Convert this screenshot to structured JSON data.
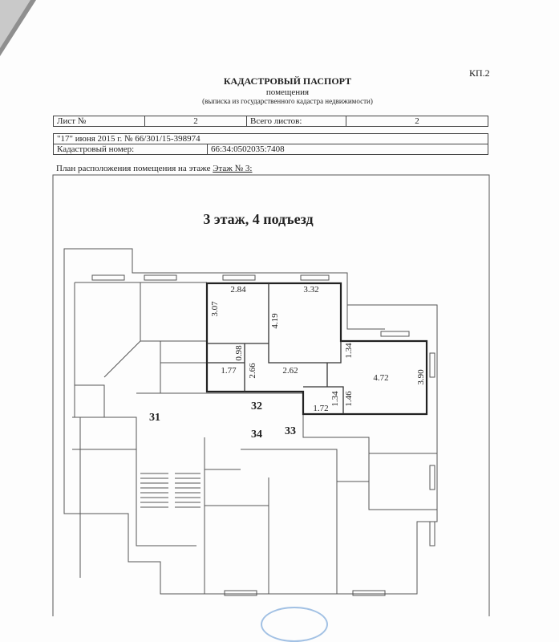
{
  "header": {
    "form_code": "КП.2",
    "title": "КАДАСТРОВЫЙ ПАСПОРТ",
    "subtitle": "помещения",
    "note": "(выписка из государственного кадастра недвижимости)"
  },
  "sheet": {
    "sheet_label": "Лист №",
    "sheet_value": "2",
    "total_label": "Всего листов:",
    "total_value": "2"
  },
  "record": {
    "date_number": "\"17\" июня 2015 г. № 66/301/15-398974",
    "cadastral_label": "Кадастровый номер:",
    "cadastral_value": "66:34:0502035:7408"
  },
  "plan": {
    "caption": "План расположения помещения на этаже",
    "floor_link": "Этаж № 3:",
    "heading": "3 этаж, 4 подъезд",
    "dimensions": [
      "2.84",
      "3.32",
      "3.07",
      "4.19",
      "0.98",
      "1.77",
      "2.66",
      "2.62",
      "1.34",
      "4.72",
      "3.90",
      "1.46",
      "1.34",
      "1.72"
    ],
    "room_numbers": [
      "31",
      "32",
      "33",
      "34"
    ]
  }
}
